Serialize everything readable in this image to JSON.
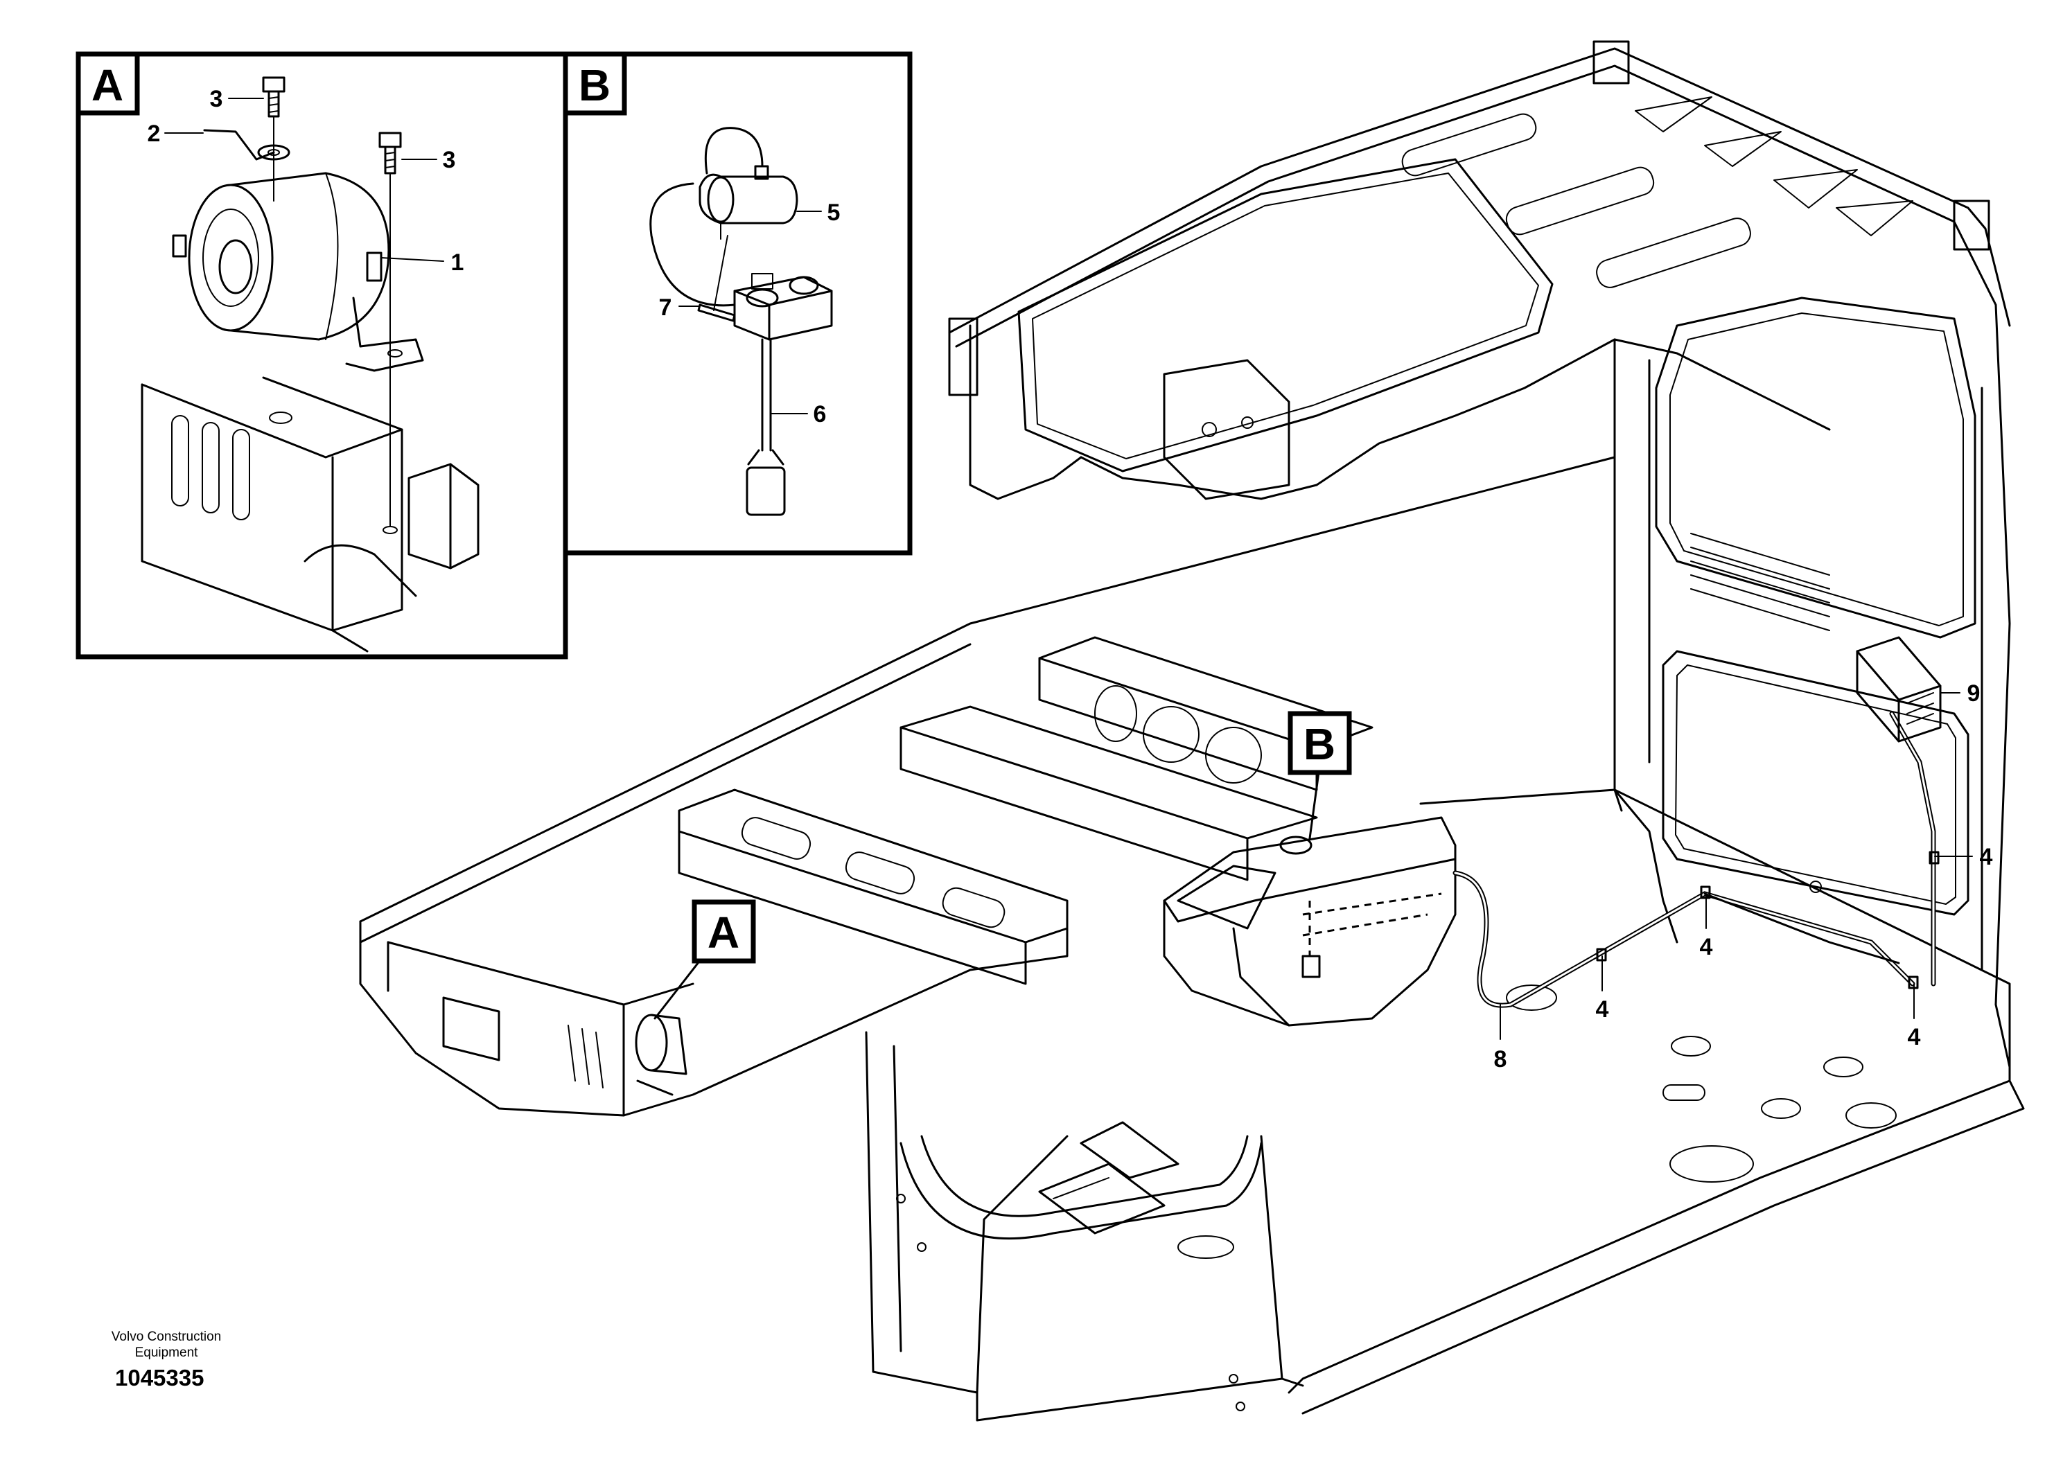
{
  "callouts": {
    "part_1": "1",
    "part_2": "2",
    "part_3": "3",
    "part_4": "4",
    "part_5": "5",
    "part_6": "6",
    "part_7": "7",
    "part_8": "8",
    "part_9": "9"
  },
  "detail_views": {
    "a": "A",
    "b": "B"
  },
  "footer": {
    "manufacturer": "Volvo Construction Equipment",
    "document_number": "1045335"
  }
}
